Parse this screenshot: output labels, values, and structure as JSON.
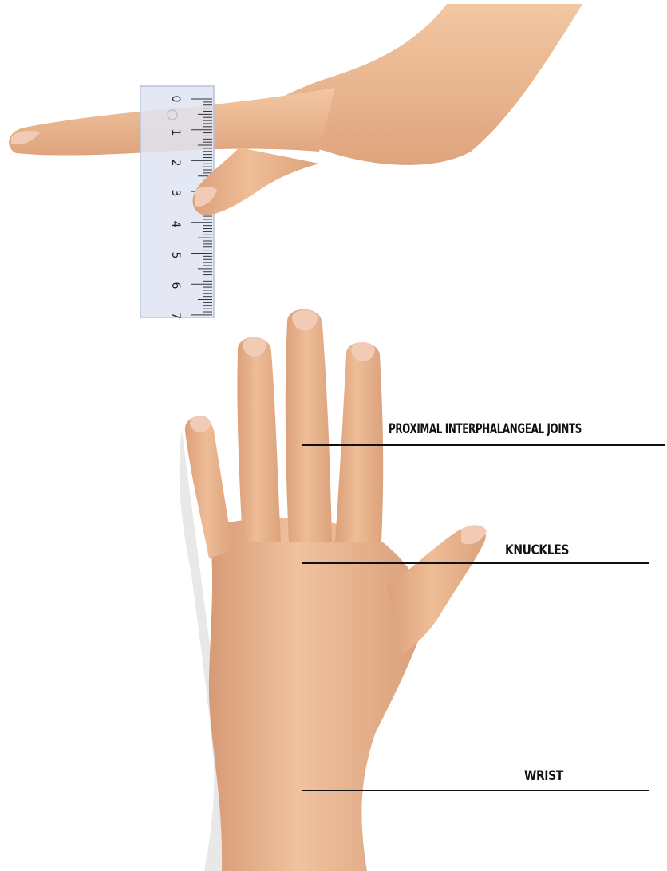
{
  "ruler": {
    "numbers": [
      "0",
      "1",
      "2",
      "3",
      "4",
      "5",
      "6",
      "7"
    ]
  },
  "labels": {
    "pip_joints": "PROXIMAL INTERPHALANGEAL JOINTS",
    "knuckles": "KNUCKLES",
    "wrist": "WRIST"
  },
  "colors": {
    "skin": "#e9b48c",
    "skin_shadow": "#cf9470",
    "nail": "#f1cbb6",
    "ruler": "#dfe4f2",
    "ruler_edge": "#b8c0dc",
    "ink": "#111111"
  }
}
